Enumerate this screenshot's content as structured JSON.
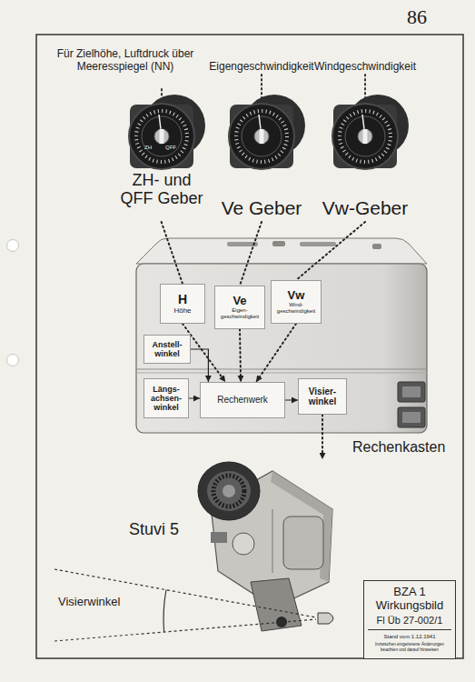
{
  "diagram": {
    "nodes": [
      {
        "text": [
          "Für Zielhöhe, Luftdruck über Meeresspiegel (NN)",
          "ZH- und QFF Geber"
        ]
      },
      {
        "text": [
          "Eigengeschwindigkeit",
          "Ve Geber"
        ]
      },
      {
        "text": [
          "Windgeschwindigkeit",
          "Vw-Geber"
        ]
      },
      {
        "text": [
          "Rechenkasten"
        ]
      },
      {
        "text": [
          "H",
          "Höhe"
        ],
        "in": 3
      },
      {
        "text": [
          "Ve",
          "Eigen- geschwindigkeit"
        ],
        "in": 3
      },
      {
        "text": [
          "Vw",
          "Wind- geschwindigkeit"
        ],
        "in": 3
      },
      {
        "text": [
          "Anstell- winkel"
        ],
        "in": 3
      },
      {
        "text": [
          "Längs- achsen- winkel"
        ],
        "in": 3
      },
      {
        "text": [
          "Rechenwerk"
        ],
        "in": 3
      },
      {
        "text": [
          "Visier- winkel"
        ],
        "in": 3
      },
      {
        "text": [
          "Stuvi 5"
        ]
      },
      {
        "text": [
          "BZA 1 Wirkungsbild",
          "Fl Üb 27-002/1",
          "Stand vom 1.12.1941",
          "Inzwischen eingetretene Änderungen beachten und darauf hinweisen"
        ]
      }
    ],
    "edges": [
      {
        "from": 0,
        "to": 4,
        "arrow": "none"
      },
      {
        "from": 1,
        "to": 5,
        "arrow": "none"
      },
      {
        "from": 2,
        "to": 6,
        "arrow": "none"
      },
      {
        "from": 4,
        "to": 9,
        "arrow": "to"
      },
      {
        "from": 5,
        "to": 9,
        "arrow": "to"
      },
      {
        "from": 6,
        "to": 9,
        "arrow": "to"
      },
      {
        "from": 7,
        "to": 9,
        "arrow": "to"
      },
      {
        "from": 8,
        "to": 9,
        "arrow": "to"
      },
      {
        "from": 9,
        "to": 10,
        "arrow": "to"
      },
      {
        "from": 10,
        "to": 11,
        "arrow": "to"
      }
    ],
    "labels": [
      "86",
      "ZH",
      "QFF",
      "Visierwinkel"
    ]
  }
}
